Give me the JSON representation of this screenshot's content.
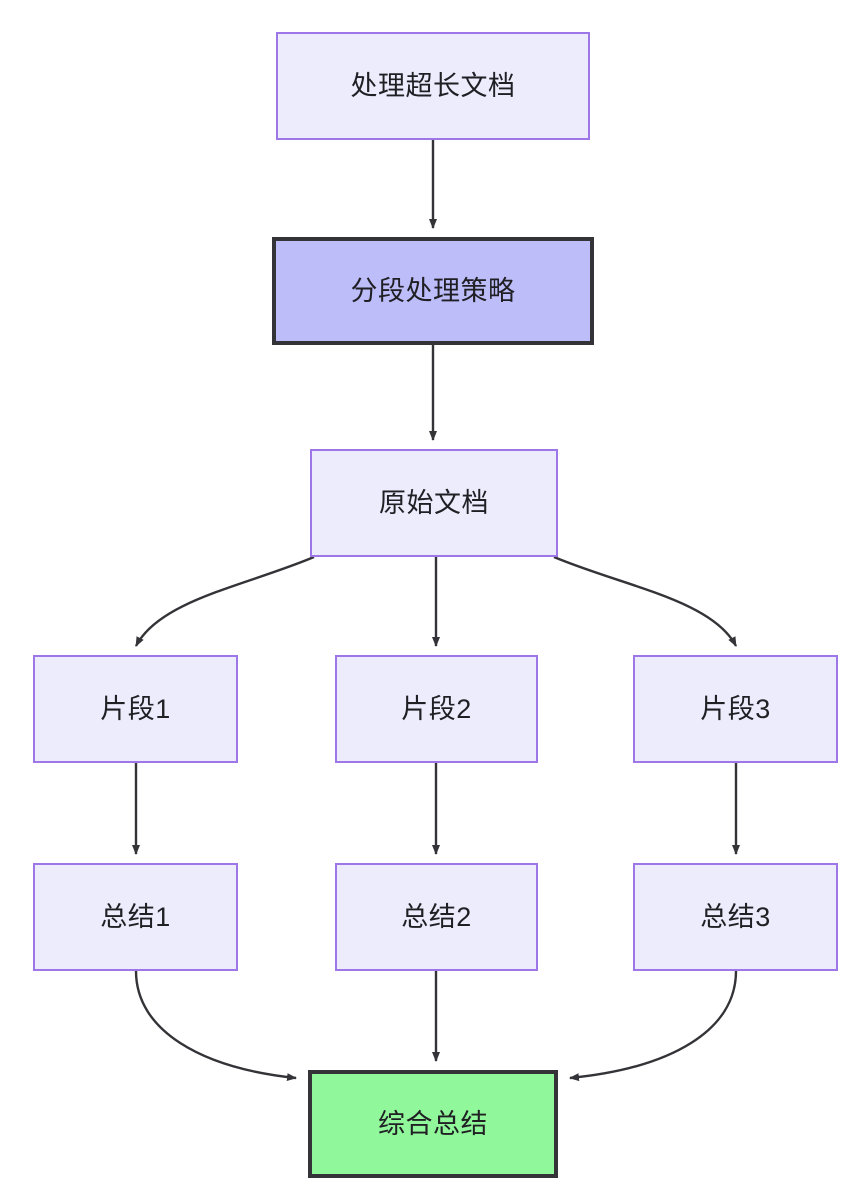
{
  "diagram": {
    "type": "flowchart",
    "direction": "top-to-bottom",
    "background_color": "#ffffff",
    "edge_color": "#333338",
    "nodes": {
      "long_doc": {
        "label": "处理超长文档",
        "fill": "#ececfd",
        "stroke": "#9d76e8"
      },
      "strategy": {
        "label": "分段处理策略",
        "fill": "#bdbdfa",
        "stroke": "#333338"
      },
      "source_doc": {
        "label": "原始文档",
        "fill": "#ececfd",
        "stroke": "#9d76e8"
      },
      "chunk_1": {
        "label": "片段1",
        "fill": "#ececfd",
        "stroke": "#9d76e8"
      },
      "chunk_2": {
        "label": "片段2",
        "fill": "#ececfd",
        "stroke": "#9d76e8"
      },
      "chunk_3": {
        "label": "片段3",
        "fill": "#ececfd",
        "stroke": "#9d76e8"
      },
      "summary_1": {
        "label": "总结1",
        "fill": "#ececfd",
        "stroke": "#9d76e8"
      },
      "summary_2": {
        "label": "总结2",
        "fill": "#ececfd",
        "stroke": "#9d76e8"
      },
      "summary_3": {
        "label": "总结3",
        "fill": "#ececfd",
        "stroke": "#9d76e8"
      },
      "final": {
        "label": "综合总结",
        "fill": "#90f79a",
        "stroke": "#333338"
      }
    },
    "edges": [
      {
        "from": "long_doc",
        "to": "strategy",
        "shape": "straight",
        "label": ""
      },
      {
        "from": "strategy",
        "to": "source_doc",
        "shape": "straight",
        "label": ""
      },
      {
        "from": "source_doc",
        "to": "chunk_1",
        "shape": "curve-left",
        "label": ""
      },
      {
        "from": "source_doc",
        "to": "chunk_2",
        "shape": "straight",
        "label": ""
      },
      {
        "from": "source_doc",
        "to": "chunk_3",
        "shape": "curve-right",
        "label": ""
      },
      {
        "from": "chunk_1",
        "to": "summary_1",
        "shape": "straight",
        "label": ""
      },
      {
        "from": "chunk_2",
        "to": "summary_2",
        "shape": "straight",
        "label": ""
      },
      {
        "from": "chunk_3",
        "to": "summary_3",
        "shape": "straight",
        "label": ""
      },
      {
        "from": "summary_1",
        "to": "final",
        "shape": "curve-right",
        "label": ""
      },
      {
        "from": "summary_2",
        "to": "final",
        "shape": "straight",
        "label": ""
      },
      {
        "from": "summary_3",
        "to": "final",
        "shape": "curve-left",
        "label": ""
      }
    ]
  }
}
